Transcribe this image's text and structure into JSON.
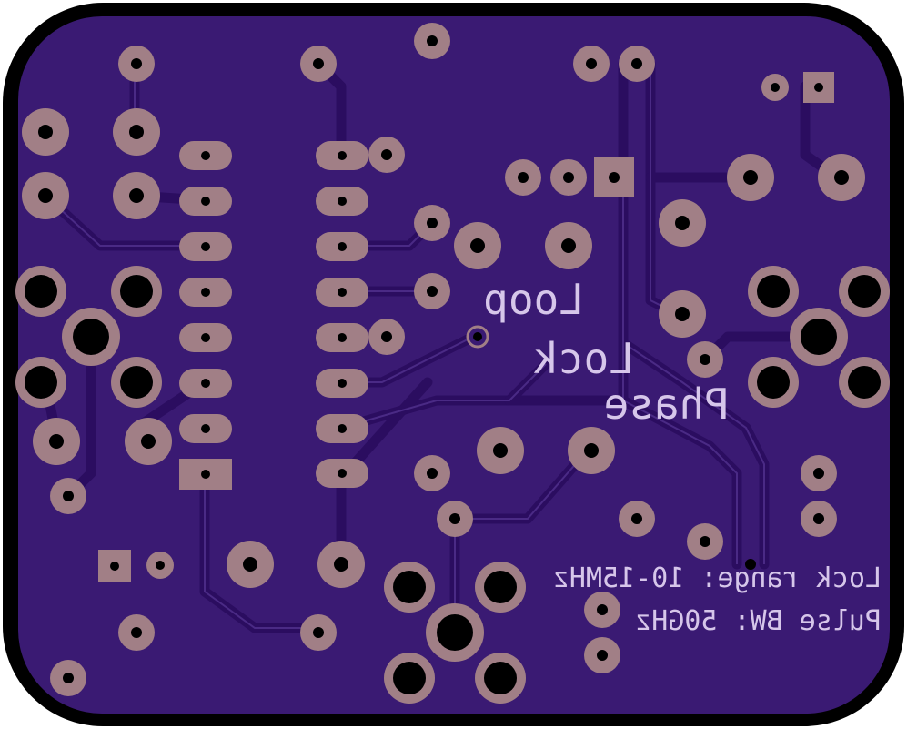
{
  "board": {
    "colors": {
      "background": "#ffffff",
      "outline": "#000000",
      "substrate": "#3a1a73",
      "trace": "#2e0f63",
      "pad": "#a17f86",
      "pad_ring": "#8c7078",
      "hole": "#000000",
      "silkscreen": "#d6c6ea"
    },
    "silkscreen": {
      "phase": "Phase",
      "lock": "Lock",
      "loop": "Loop",
      "lock_range": "Lock range: 10-15MHz",
      "pulse_bw": "Pulse BW: 50GHz"
    }
  }
}
